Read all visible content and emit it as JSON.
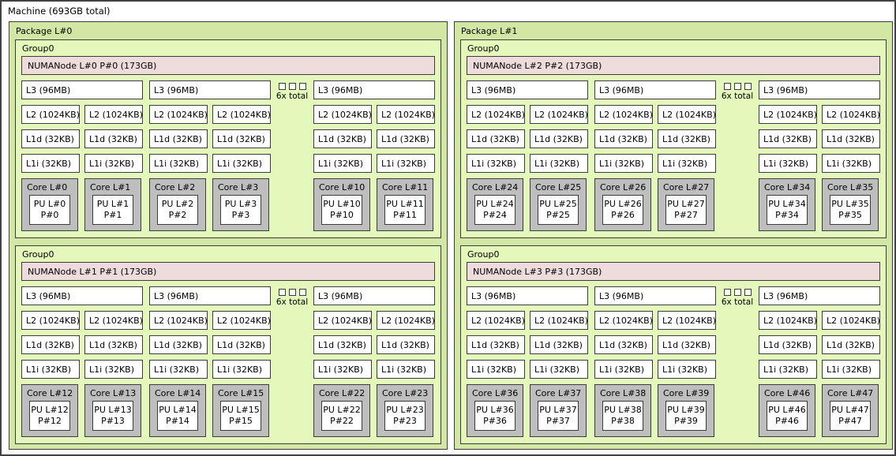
{
  "machine": {
    "label": "Machine (693GB total)"
  },
  "cache_labels": {
    "l3": "L3 (96MB)",
    "l2": "L2 (1024KB)",
    "l1d": "L1d (32KB)",
    "l1i": "L1i (32KB)"
  },
  "collapse": {
    "label": "6x total",
    "hidden_box_count": 3
  },
  "packages": [
    {
      "label": "Package L#0",
      "groups": [
        {
          "label": "Group0",
          "numanode": "NUMANode L#0 P#0 (173GB)",
          "cores": [
            {
              "label": "Core L#0",
              "pu1": "PU L#0",
              "pu2": "P#0"
            },
            {
              "label": "Core L#1",
              "pu1": "PU L#1",
              "pu2": "P#1"
            },
            {
              "label": "Core L#2",
              "pu1": "PU L#2",
              "pu2": "P#2"
            },
            {
              "label": "Core L#3",
              "pu1": "PU L#3",
              "pu2": "P#3"
            },
            {
              "label": "Core L#10",
              "pu1": "PU L#10",
              "pu2": "P#10"
            },
            {
              "label": "Core L#11",
              "pu1": "PU L#11",
              "pu2": "P#11"
            }
          ]
        },
        {
          "label": "Group0",
          "numanode": "NUMANode L#1 P#1 (173GB)",
          "cores": [
            {
              "label": "Core L#12",
              "pu1": "PU L#12",
              "pu2": "P#12"
            },
            {
              "label": "Core L#13",
              "pu1": "PU L#13",
              "pu2": "P#13"
            },
            {
              "label": "Core L#14",
              "pu1": "PU L#14",
              "pu2": "P#14"
            },
            {
              "label": "Core L#15",
              "pu1": "PU L#15",
              "pu2": "P#15"
            },
            {
              "label": "Core L#22",
              "pu1": "PU L#22",
              "pu2": "P#22"
            },
            {
              "label": "Core L#23",
              "pu1": "PU L#23",
              "pu2": "P#23"
            }
          ]
        }
      ]
    },
    {
      "label": "Package L#1",
      "groups": [
        {
          "label": "Group0",
          "numanode": "NUMANode L#2 P#2 (173GB)",
          "cores": [
            {
              "label": "Core L#24",
              "pu1": "PU L#24",
              "pu2": "P#24"
            },
            {
              "label": "Core L#25",
              "pu1": "PU L#25",
              "pu2": "P#25"
            },
            {
              "label": "Core L#26",
              "pu1": "PU L#26",
              "pu2": "P#26"
            },
            {
              "label": "Core L#27",
              "pu1": "PU L#27",
              "pu2": "P#27"
            },
            {
              "label": "Core L#34",
              "pu1": "PU L#34",
              "pu2": "P#34"
            },
            {
              "label": "Core L#35",
              "pu1": "PU L#35",
              "pu2": "P#35"
            }
          ]
        },
        {
          "label": "Group0",
          "numanode": "NUMANode L#3 P#3 (173GB)",
          "cores": [
            {
              "label": "Core L#36",
              "pu1": "PU L#36",
              "pu2": "P#36"
            },
            {
              "label": "Core L#37",
              "pu1": "PU L#37",
              "pu2": "P#37"
            },
            {
              "label": "Core L#38",
              "pu1": "PU L#38",
              "pu2": "P#38"
            },
            {
              "label": "Core L#39",
              "pu1": "PU L#39",
              "pu2": "P#39"
            },
            {
              "label": "Core L#46",
              "pu1": "PU L#46",
              "pu2": "P#46"
            },
            {
              "label": "Core L#47",
              "pu1": "PU L#47",
              "pu2": "P#47"
            }
          ]
        }
      ]
    }
  ],
  "colors": {
    "package_bg": "#d2e7a4",
    "group_bg": "#e3f8ba",
    "numanode_bg": "#eedcdc",
    "cache_bg": "#ffffff",
    "core_bg": "#bebebe",
    "pu_bg": "#ffffff",
    "border": "#3c3c3c"
  }
}
